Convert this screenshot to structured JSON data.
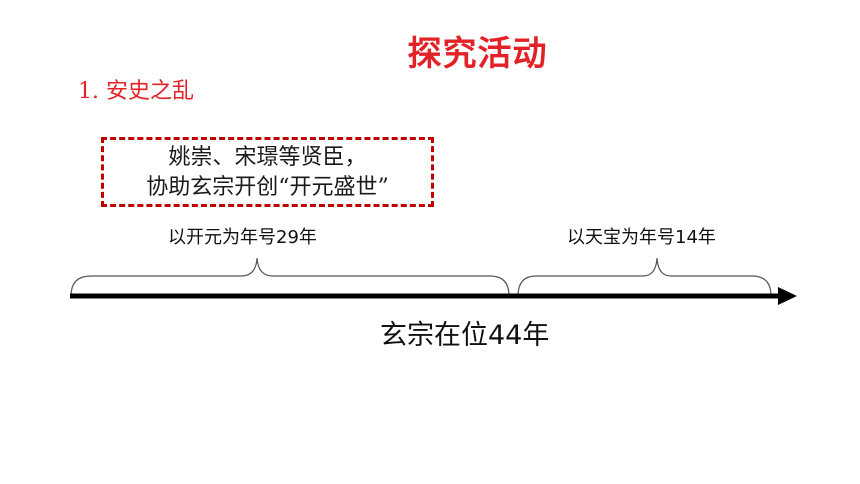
{
  "title": "探究活动",
  "section": {
    "heading": "1. 安史之乱"
  },
  "quote_box": {
    "line1": "姚崇、宋璟等贤臣，",
    "line2": "协助玄宗开创“开元盛世”"
  },
  "timeline": {
    "periods": [
      {
        "label": "以开元为年号29年"
      },
      {
        "label": "以天宝为年号14年"
      }
    ],
    "axis_label": "玄宗在位44年"
  },
  "colors": {
    "accent_red": "#e32227",
    "box_border": "#c00000",
    "text": "#111111"
  }
}
